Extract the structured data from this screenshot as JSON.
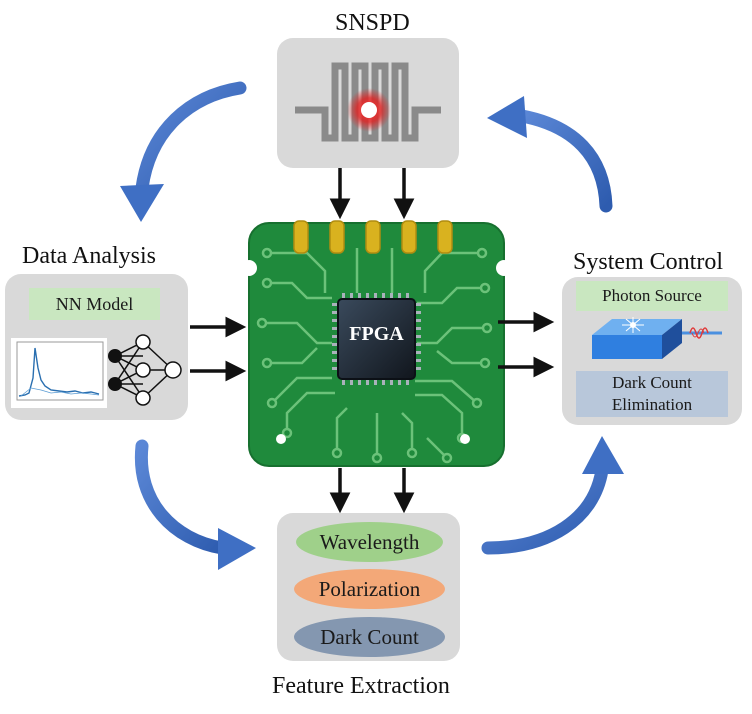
{
  "titles": {
    "snspd": "SNSPD",
    "data_analysis": "Data Analysis",
    "system_control": "System Control",
    "feature_extraction": "Feature Extraction"
  },
  "fpga": {
    "label": "FPGA"
  },
  "data_analysis": {
    "model_label": "NN Model"
  },
  "system_control": {
    "source_label": "Photon Source",
    "dark_count_label": "Dark Count\nElimination"
  },
  "feature_extraction": {
    "items": [
      "Wavelength",
      "Polarization",
      "Dark Count"
    ]
  },
  "colors": {
    "panel": "#d9d9d9",
    "pcb": "#1f8a3c",
    "trace": "#6cc27a",
    "gold_pin": "#d9b21f",
    "curved_arrow": "#3f6fc4",
    "wavelength": "#9fd08a",
    "polarization": "#f3a878",
    "dark_count": "#8497b0",
    "nn_label_bg": "#c9e7c0",
    "dark_elim_bg": "#b8c7da"
  }
}
